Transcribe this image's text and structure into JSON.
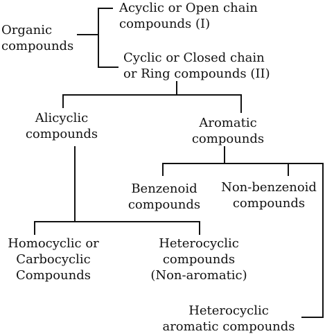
{
  "diagram": {
    "line_color": "#111111",
    "root": {
      "lines": [
        "Organic",
        "compounds"
      ]
    },
    "acyclic": {
      "lines": [
        "Acyclic or Open chain",
        "compounds (I)"
      ]
    },
    "cyclic": {
      "lines": [
        "Cyclic or Closed chain",
        "or Ring compounds (II)"
      ]
    },
    "alicyclic": {
      "lines": [
        "Alicyclic",
        "compounds"
      ]
    },
    "aromatic": {
      "lines": [
        "Aromatic",
        "compounds"
      ]
    },
    "benzenoid": {
      "lines": [
        "Benzenoid",
        "compounds"
      ]
    },
    "non_benzenoid": {
      "lines": [
        "Non-benzenoid",
        "compounds"
      ]
    },
    "homocyclic": {
      "lines": [
        "Homocyclic or",
        "Carbocyclic",
        "Compounds"
      ]
    },
    "heterocyclic_nonaromatic": {
      "lines": [
        "Heterocyclic",
        "compounds",
        "(Non-aromatic)"
      ]
    },
    "heterocyclic_aromatic": {
      "lines": [
        "Heterocyclic",
        "aromatic compounds"
      ]
    }
  }
}
